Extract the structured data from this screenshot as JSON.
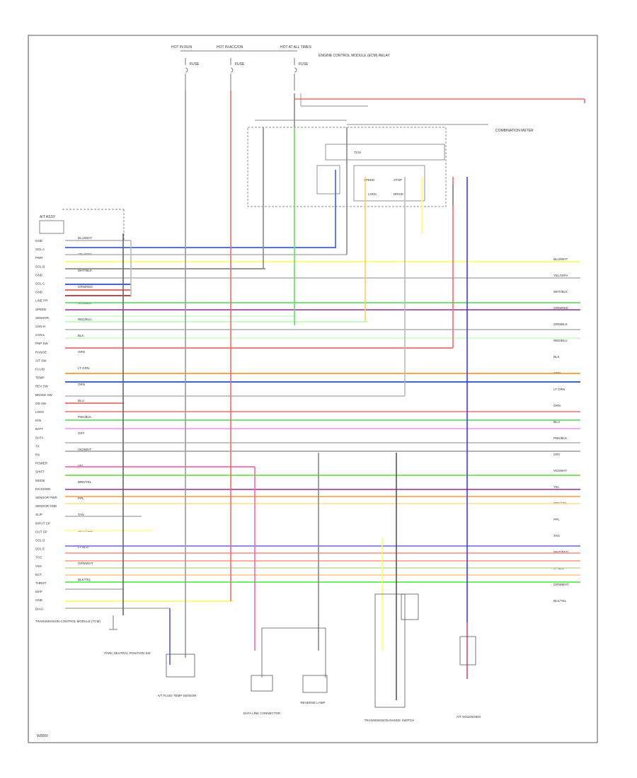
{
  "diagram": {
    "footer_code": "W0000",
    "top_labels": [
      "HOT IN RUN",
      "HOT IN ACC/ON",
      "HOT AT ALL TIMES"
    ],
    "fuse_labels": [
      "FUSE",
      "FUSE",
      "FUSE"
    ],
    "relay_note": "ENGINE CONTROL MODULE (ECM) RELAY",
    "combination_meter": "COMBINATION METER",
    "ecu_block_labels": [
      "TCM",
      "SPEED",
      "STOP",
      "LOCK",
      "DRIVE"
    ],
    "left_connector_title": "A/T ASSY",
    "bottom_components": [
      "PARK NEUTRAL POSITION SW",
      "A/T FLUID TEMP SENSOR",
      "DATA LINK CONNECTOR",
      "REVERSE LAMP",
      "TRANSMISSION RANGE SWITCH",
      "A/T SOLENOIDS"
    ],
    "bottom_left_label": "TRANSMISSION CONTROL MODULE (TCM)",
    "pin_labels": [
      "GND",
      "SOL A",
      "PWR",
      "SOL B",
      "GND",
      "SOL C",
      "GND",
      "LINE PR",
      "SPEED",
      "SENSOR",
      "CAN-H",
      "CAN-L",
      "PNP SW",
      "RANGE",
      "A/T SW",
      "FLUID",
      "TEMP",
      "REV SW",
      "BRAKE SW",
      "OD SW",
      "LOCK",
      "IGN",
      "BATT",
      "DATA",
      "TX",
      "RX",
      "POWER",
      "SHIFT",
      "MODE",
      "KICKDWN",
      "SENSOR PWR",
      "SENSOR GND",
      "SLIP",
      "INPUT SP",
      "OUT SP",
      "SOL D",
      "SOL E",
      "TCC",
      "VSS",
      "ECT",
      "THROT",
      "MAP",
      "GND",
      "DIAG"
    ],
    "wire_labels": [
      "BLU/WHT",
      "YEL/GRN",
      "WHT/BLK",
      "GRN/RED",
      "ORN/BLK",
      "RED/BLU",
      "BLK",
      "GRN",
      "LT GRN",
      "ORN",
      "BLU",
      "PNK/BLK",
      "GRY",
      "VIO/WHT",
      "YEL",
      "BRN/YEL",
      "PPL",
      "TAN",
      "WHT/RED",
      "LT BLU",
      "GRN/WHT",
      "BLK/YEL"
    ]
  }
}
